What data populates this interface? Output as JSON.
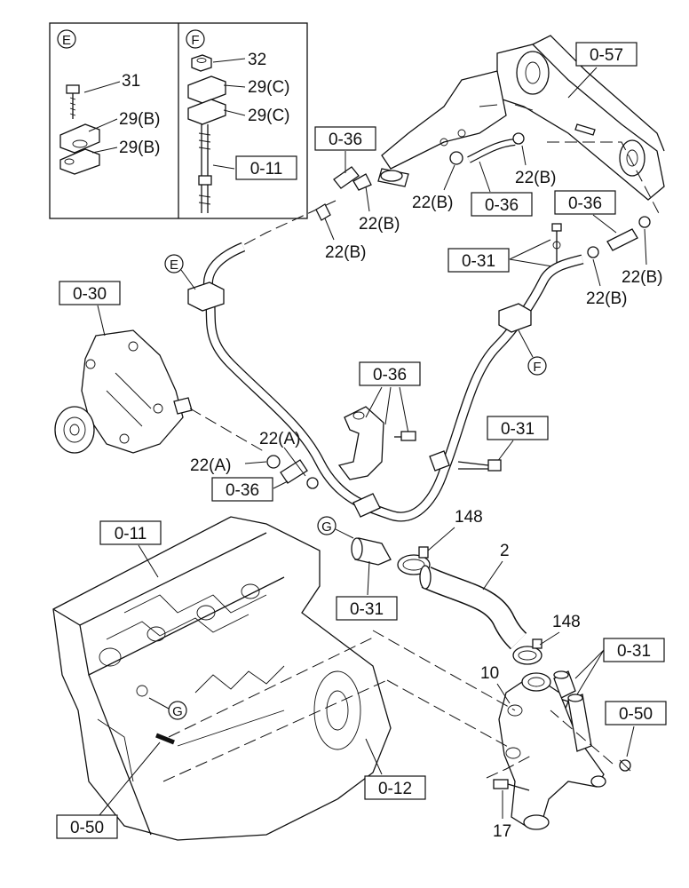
{
  "inset_e": {
    "marker": "E",
    "parts": [
      "31",
      "29(B)",
      "29(B)"
    ]
  },
  "inset_f": {
    "marker": "F",
    "parts": [
      "32",
      "29(C)",
      "29(C)",
      "0-11"
    ]
  },
  "refs": {
    "r057": "0-57",
    "r036_a": "0-36",
    "r036_b": "0-36",
    "r036_c": "0-36",
    "r036_d": "0-36",
    "r036_e": "0-36",
    "r031_a": "0-31",
    "r031_b": "0-31",
    "r031_c": "0-31",
    "r031_d": "0-31",
    "r030": "0-30",
    "r011": "0-11",
    "r012": "0-12",
    "r050_a": "0-50",
    "r050_b": "0-50"
  },
  "parts": {
    "p22b_1": "22(B)",
    "p22b_2": "22(B)",
    "p22b_3": "22(B)",
    "p22b_4": "22(B)",
    "p22b_5": "22(B)",
    "p22b_6": "22(B)",
    "p22a_1": "22(A)",
    "p22a_2": "22(A)",
    "p148_1": "148",
    "p148_2": "148",
    "p2": "2",
    "p10": "10",
    "p17": "17"
  },
  "markers": {
    "e": "E",
    "f": "F",
    "g1": "G",
    "g2": "G"
  }
}
